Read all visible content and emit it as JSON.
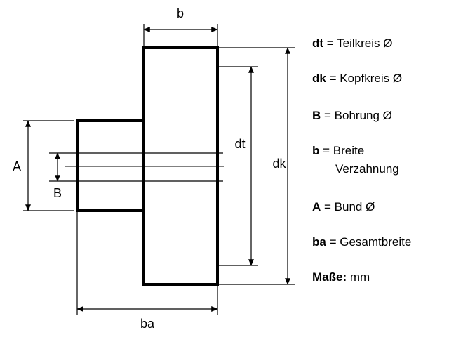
{
  "diagram": {
    "labels": {
      "b": "b",
      "dt": "dt",
      "dk": "dk",
      "A": "A",
      "B": "B",
      "ba": "ba"
    }
  },
  "legend": {
    "items": [
      {
        "symbol": "dt",
        "text": "= Teilkreis Ø"
      },
      {
        "symbol": "dk",
        "text": "= Kopfkreis Ø"
      },
      {
        "symbol": "B",
        "text": "= Bohrung Ø"
      },
      {
        "symbol": "b",
        "text": "= Breite",
        "text2": "Verzahnung"
      },
      {
        "symbol": "A",
        "text": "= Bund Ø"
      },
      {
        "symbol": "ba",
        "text": "= Gesamtbreite"
      }
    ],
    "units": {
      "label": "Maße:",
      "value": "mm"
    }
  }
}
